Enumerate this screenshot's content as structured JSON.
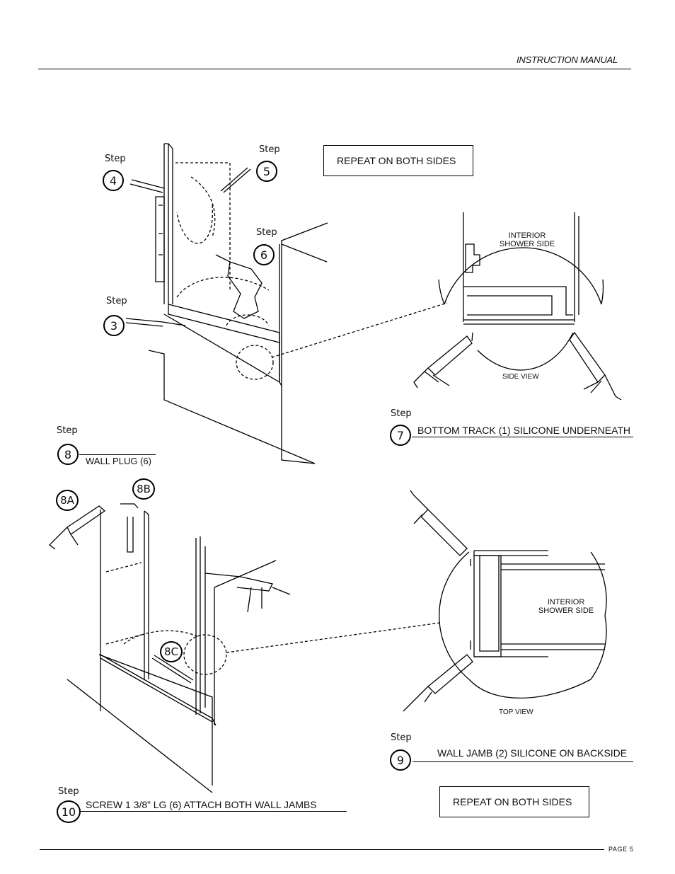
{
  "header": {
    "title": "INSTRUCTION MANUAL"
  },
  "footer": {
    "page": "PAGE 5"
  },
  "step_word": "Step",
  "steps": {
    "s3": {
      "num": "3"
    },
    "s4": {
      "num": "4"
    },
    "s5": {
      "num": "5"
    },
    "s6": {
      "num": "6"
    },
    "s7": {
      "num": "7",
      "caption": "BOTTOM TRACK (1) SILICONE UNDERNEATH"
    },
    "s8": {
      "num": "8",
      "caption": "WALL PLUG (6)"
    },
    "s8a": {
      "num": "8A"
    },
    "s8b": {
      "num": "8B"
    },
    "s8c": {
      "num": "8C"
    },
    "s9": {
      "num": "9",
      "caption": "WALL JAMB (2) SILICONE ON BACKSIDE"
    },
    "s10": {
      "num": "10",
      "caption": "SCREW 1 3/8” LG (6) ATTACH BOTH WALL JAMBS"
    }
  },
  "notes": {
    "repeat_top": "REPEAT ON BOTH SIDES",
    "repeat_bottom": "REPEAT ON BOTH SIDES"
  },
  "detail_side": {
    "interior_1": "INTERIOR",
    "interior_2": "SHOWER SIDE",
    "view": "SIDE VIEW"
  },
  "detail_top": {
    "interior_1": "INTERIOR",
    "interior_2": "SHOWER SIDE",
    "view": "TOP VIEW"
  }
}
